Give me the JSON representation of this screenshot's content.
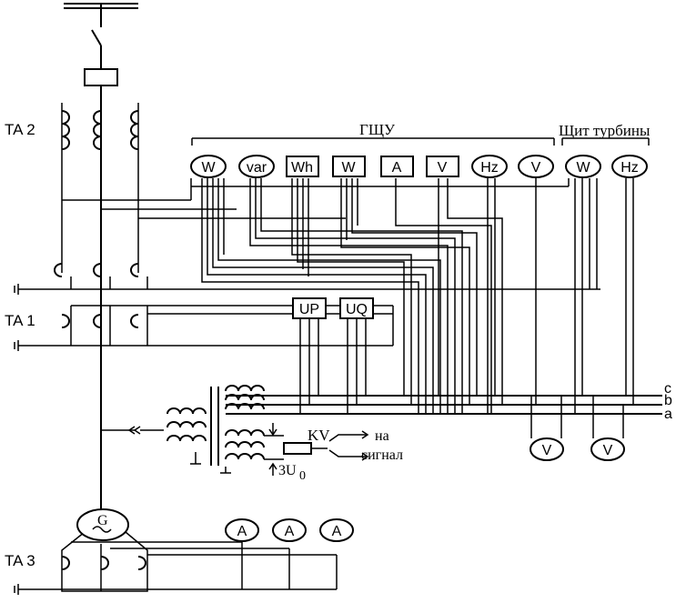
{
  "labels": {
    "ta2": "TA 2",
    "ta1": "TA 1",
    "ta3": "TA 3",
    "gshu": "ГЩУ",
    "turbine_panel": "Щит турбины",
    "kv": "KV",
    "na": "на",
    "signal": "сигнал",
    "zero_seq": "3U",
    "zero_sub": "0",
    "generator": "G",
    "phase_c": "c",
    "phase_b": "b",
    "phase_a": "a"
  },
  "instruments": {
    "gshu_w": "W",
    "gshu_var": "var",
    "gshu_wh": "Wh",
    "gshu_w2": "W",
    "gshu_a": "A",
    "gshu_v": "V",
    "gshu_hz": "Hz",
    "gshu_v2": "V",
    "turb_w": "W",
    "turb_hz": "Hz",
    "up": "UP",
    "uq": "UQ",
    "bus_v1": "V",
    "bus_v2": "V",
    "ta3_a1": "A",
    "ta3_a2": "A",
    "ta3_a3": "A"
  }
}
